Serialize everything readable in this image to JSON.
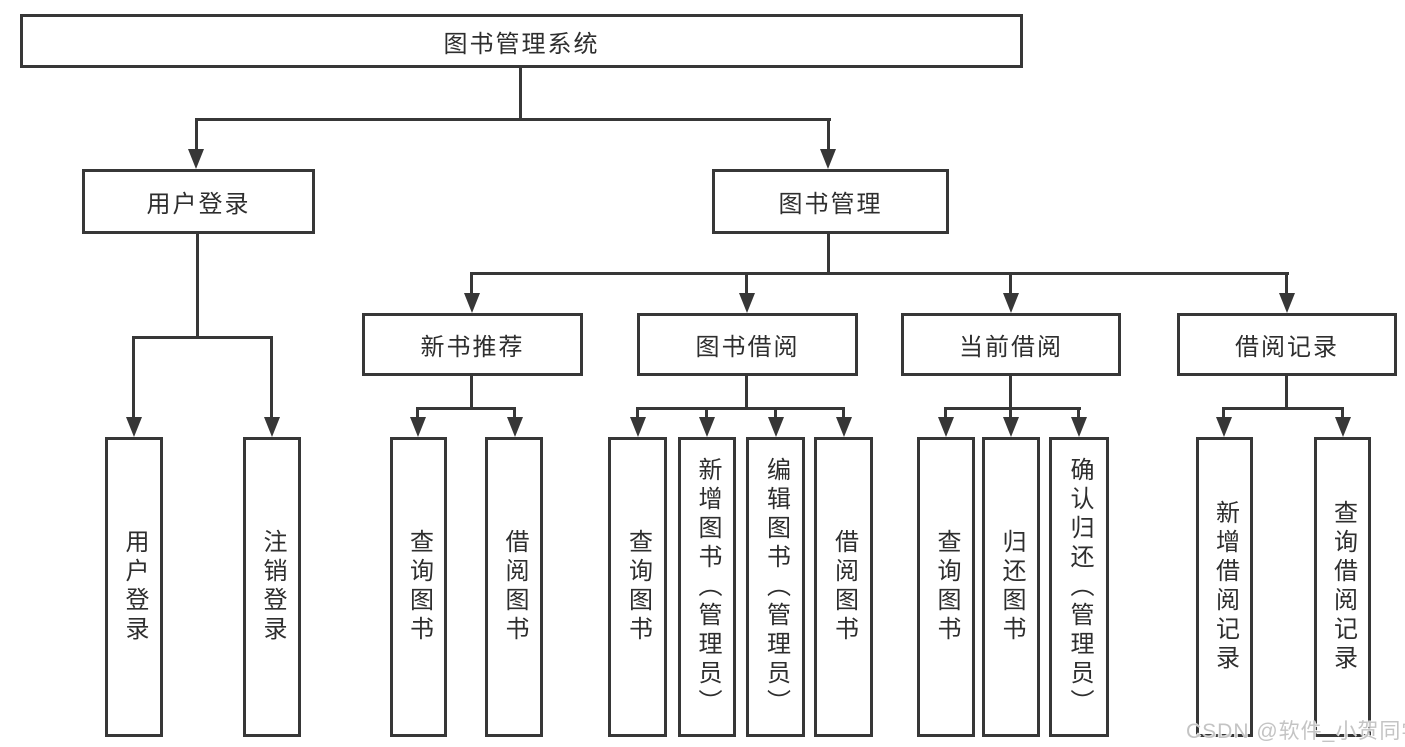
{
  "tree": {
    "root": {
      "label": "图书管理系统"
    },
    "children": [
      {
        "label": "用户登录",
        "children": [
          {
            "label": "用户登录"
          },
          {
            "label": "注销登录"
          }
        ]
      },
      {
        "label": "图书管理",
        "children": [
          {
            "label": "新书推荐",
            "children": [
              {
                "label": "查询图书"
              },
              {
                "label": "借阅图书"
              }
            ]
          },
          {
            "label": "图书借阅",
            "children": [
              {
                "label": "查询图书"
              },
              {
                "label": "新增图书（管理员）"
              },
              {
                "label": "编辑图书（管理员）"
              },
              {
                "label": "借阅图书"
              }
            ]
          },
          {
            "label": "当前借阅",
            "children": [
              {
                "label": "查询图书"
              },
              {
                "label": "归还图书"
              },
              {
                "label": "确认归还（管理员）"
              }
            ]
          },
          {
            "label": "借阅记录",
            "children": [
              {
                "label": "新增借阅记录"
              },
              {
                "label": "查询借阅记录"
              }
            ]
          }
        ]
      }
    ]
  },
  "watermark": {
    "text": "CSDN @软件_小贺同学"
  },
  "colors": {
    "line": "#373737",
    "text": "#2e2e2e",
    "watermark": "#c4c4c4",
    "background": "#ffffff"
  }
}
